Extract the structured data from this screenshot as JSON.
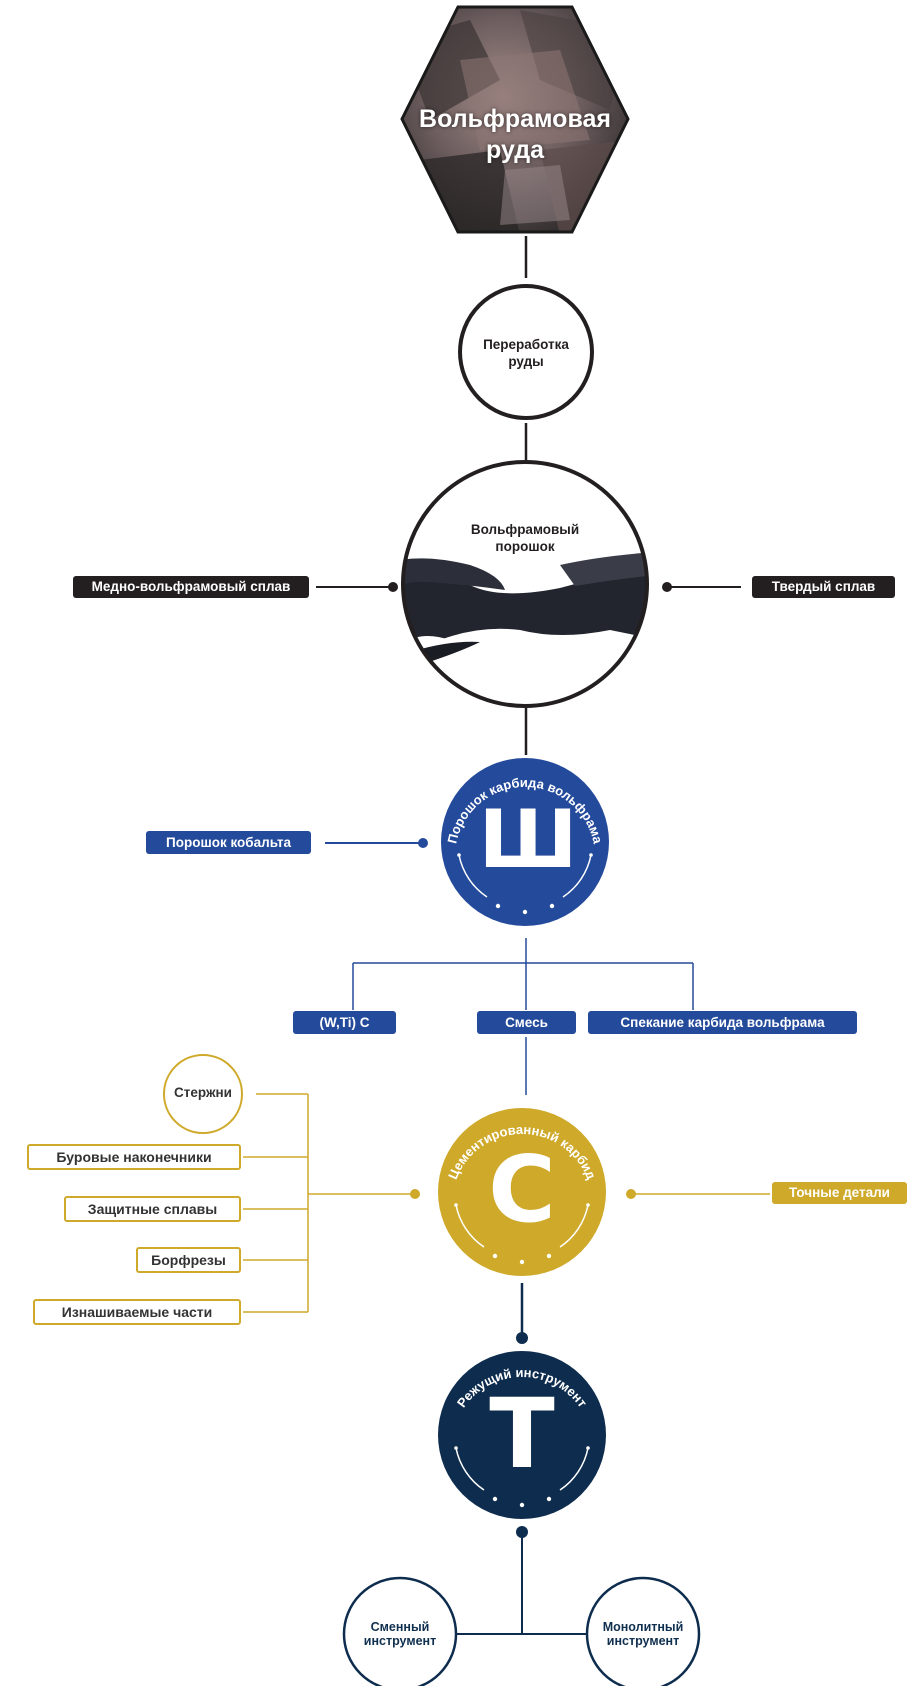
{
  "ore": {
    "title_line1": "Вольфрамовая",
    "title_line2": "руда"
  },
  "processing": {
    "line1": "Переработка",
    "line2": "руды"
  },
  "powder": {
    "line1": "Вольфрамовый",
    "line2": "порошок"
  },
  "powder_branches": {
    "left": "Медно-вольфрамовый сплав",
    "right": "Твердый сплав"
  },
  "wc_badge": {
    "arc_text": "Порошок карбида вольфрама",
    "letter": "Ш",
    "color": "#244a9b"
  },
  "cobalt": "Порошок кобальта",
  "mix_row": {
    "left": "(W,Ti) C",
    "center": "Смесь",
    "right": "Спекание карбида вольфрама"
  },
  "carbide_badge": {
    "arc_text": "Цементированный карбид",
    "letter": "С",
    "color": "#cfa92a"
  },
  "carbide_products": {
    "rods": "Стержни",
    "items": [
      "Буровые наконечники",
      "Защитные сплавы",
      "Борфрезы",
      "Изнашиваемые части"
    ],
    "right": "Точные детали"
  },
  "tool_badge": {
    "arc_text": "Режущий инструмент",
    "letter": "Т",
    "color": "#0e2d4e"
  },
  "tool_types": {
    "left_line1": "Сменный",
    "left_line2": "инструмент",
    "right_line1": "Монолитный",
    "right_line2": "инструмент"
  }
}
